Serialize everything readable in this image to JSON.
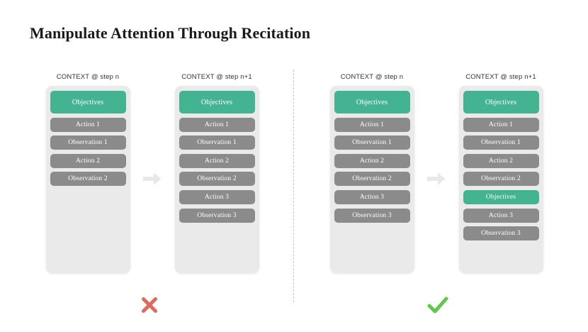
{
  "page": {
    "title": "Manipulate Attention Through Recitation",
    "background_color": "#ffffff"
  },
  "colors": {
    "green": "#44b392",
    "gray": "#8b8b8b",
    "card_background": "#eaeaea",
    "arrow": "#e8e8e8",
    "cross": "#e0695c",
    "check": "#5cc94a",
    "divider": "#c8c8c8",
    "title_text": "#1a1a1a"
  },
  "divider": {
    "name": "vertical-dashed-divider",
    "style": "dashed"
  },
  "groups": [
    {
      "id": "bad",
      "verdict": {
        "icon": "cross-icon",
        "symbol": "✖",
        "color": "#e0695c"
      },
      "arrow": {
        "icon": "arrow-right-icon",
        "color": "#e8e8e8"
      },
      "columns": [
        {
          "id": "bad-step-n",
          "header": "CONTEXT @ step n",
          "items": [
            {
              "label": "Objectives",
              "type": "green",
              "emphasis": "tall"
            },
            {
              "label": "Action 1",
              "type": "gray",
              "emphasis": ""
            },
            {
              "label": "Observation 1",
              "type": "gray",
              "emphasis": ""
            },
            {
              "label": "Action 2",
              "type": "gray",
              "emphasis": ""
            },
            {
              "label": "Observation 2",
              "type": "gray",
              "emphasis": ""
            }
          ]
        },
        {
          "id": "bad-step-n1",
          "header": "CONTEXT @ step n+1",
          "items": [
            {
              "label": "Objectives",
              "type": "green",
              "emphasis": "tall"
            },
            {
              "label": "Action 1",
              "type": "gray",
              "emphasis": ""
            },
            {
              "label": "Observation 1",
              "type": "gray",
              "emphasis": ""
            },
            {
              "label": "Action 2",
              "type": "gray",
              "emphasis": ""
            },
            {
              "label": "Observation 2",
              "type": "gray",
              "emphasis": ""
            },
            {
              "label": "Action 3",
              "type": "gray",
              "emphasis": ""
            },
            {
              "label": "Observation 3",
              "type": "gray",
              "emphasis": ""
            }
          ]
        }
      ]
    },
    {
      "id": "good",
      "verdict": {
        "icon": "check-icon",
        "symbol": "✔",
        "color": "#5cc94a"
      },
      "arrow": {
        "icon": "arrow-right-icon",
        "color": "#e8e8e8"
      },
      "columns": [
        {
          "id": "good-step-n",
          "header": "CONTEXT @ step n",
          "items": [
            {
              "label": "Objectives",
              "type": "green",
              "emphasis": "tall"
            },
            {
              "label": "Action 1",
              "type": "gray",
              "emphasis": ""
            },
            {
              "label": "Observation 1",
              "type": "gray",
              "emphasis": ""
            },
            {
              "label": "Action 2",
              "type": "gray",
              "emphasis": ""
            },
            {
              "label": "Observation 2",
              "type": "gray",
              "emphasis": ""
            },
            {
              "label": "Action 3",
              "type": "gray",
              "emphasis": ""
            },
            {
              "label": "Observation 3",
              "type": "gray",
              "emphasis": ""
            }
          ]
        },
        {
          "id": "good-step-n1",
          "header": "CONTEXT @ step n+1",
          "items": [
            {
              "label": "Objectives",
              "type": "green",
              "emphasis": "tall"
            },
            {
              "label": "Action 1",
              "type": "gray",
              "emphasis": ""
            },
            {
              "label": "Observation 1",
              "type": "gray",
              "emphasis": ""
            },
            {
              "label": "Action 2",
              "type": "gray",
              "emphasis": ""
            },
            {
              "label": "Observation 2",
              "type": "gray",
              "emphasis": ""
            },
            {
              "label": "Objectives",
              "type": "green",
              "emphasis": ""
            },
            {
              "label": "Action 3",
              "type": "gray",
              "emphasis": ""
            },
            {
              "label": "Observation 3",
              "type": "gray",
              "emphasis": ""
            }
          ]
        }
      ]
    }
  ]
}
